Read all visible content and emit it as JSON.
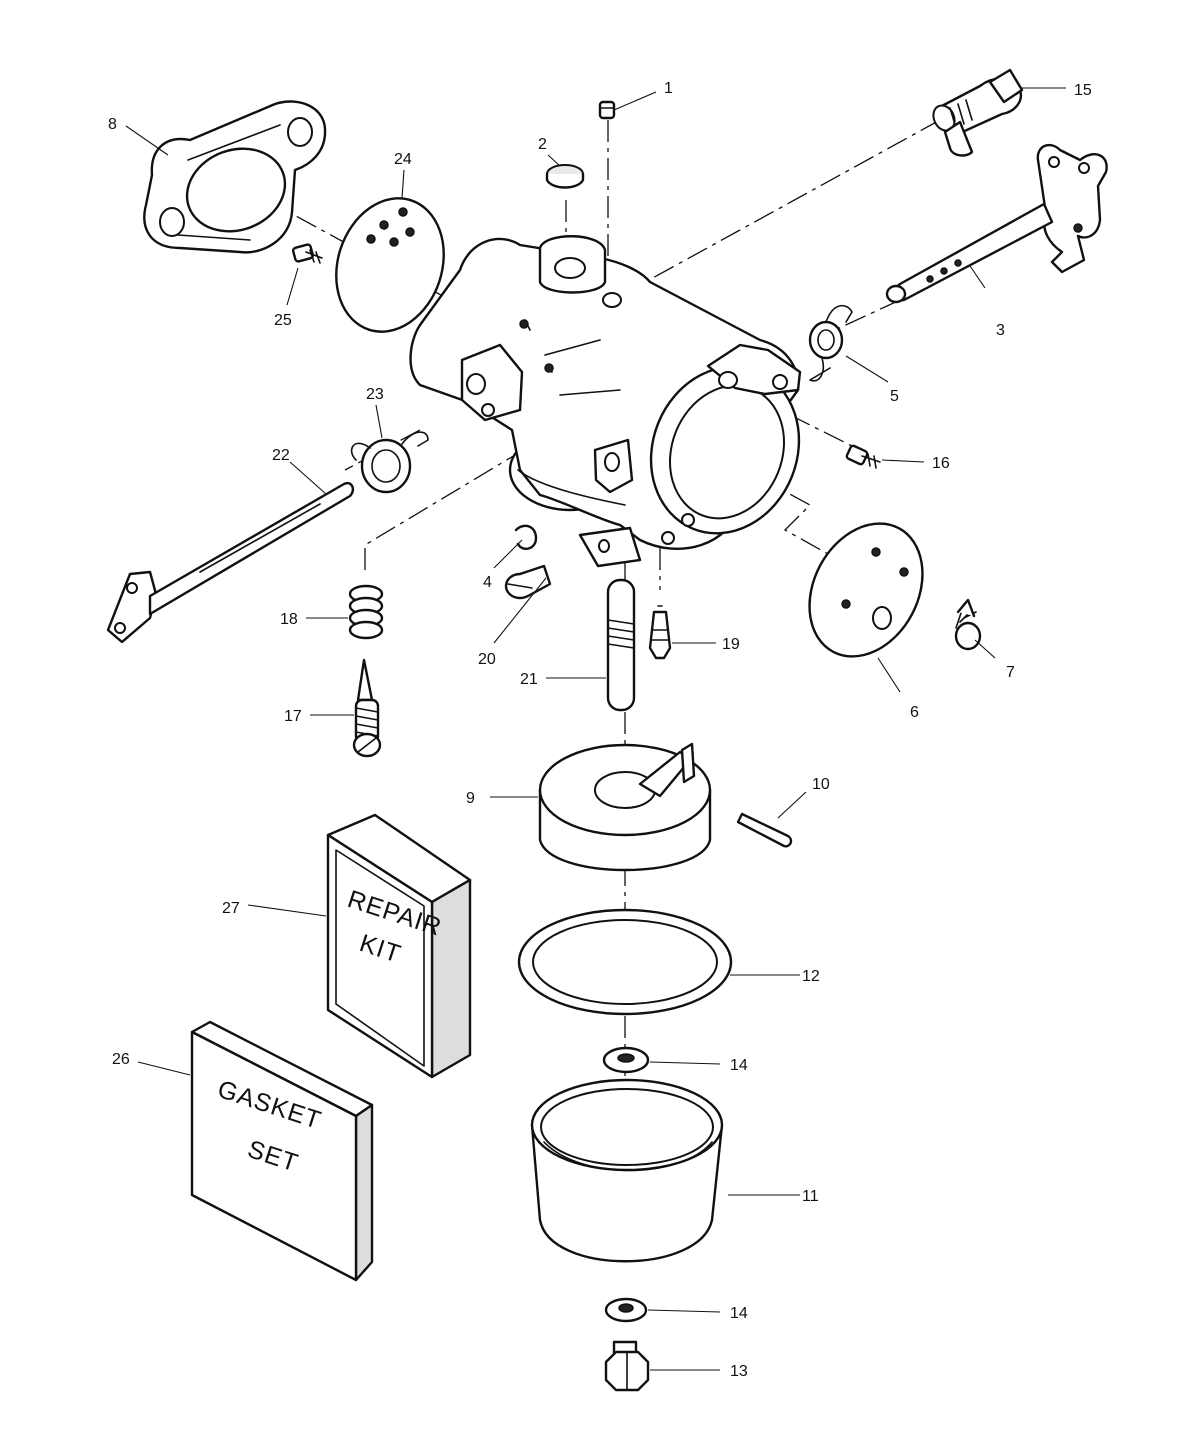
{
  "callouts": {
    "c1": "1",
    "c2": "2",
    "c3": "3",
    "c4": "4",
    "c5": "5",
    "c6": "6",
    "c7": "7",
    "c8": "8",
    "c9": "9",
    "c10": "10",
    "c11": "11",
    "c12": "12",
    "c13": "13",
    "c14a": "14",
    "c14b": "14",
    "c15": "15",
    "c16": "16",
    "c17": "17",
    "c18": "18",
    "c19": "19",
    "c20": "20",
    "c21": "21",
    "c22": "22",
    "c23": "23",
    "c24": "24",
    "c25": "25",
    "c26": "26",
    "c27": "27"
  },
  "repair_kit": {
    "line1": "REPAIR",
    "line2": "KIT"
  },
  "gasket_set": {
    "line1": "GASKET",
    "line2": "SET"
  }
}
